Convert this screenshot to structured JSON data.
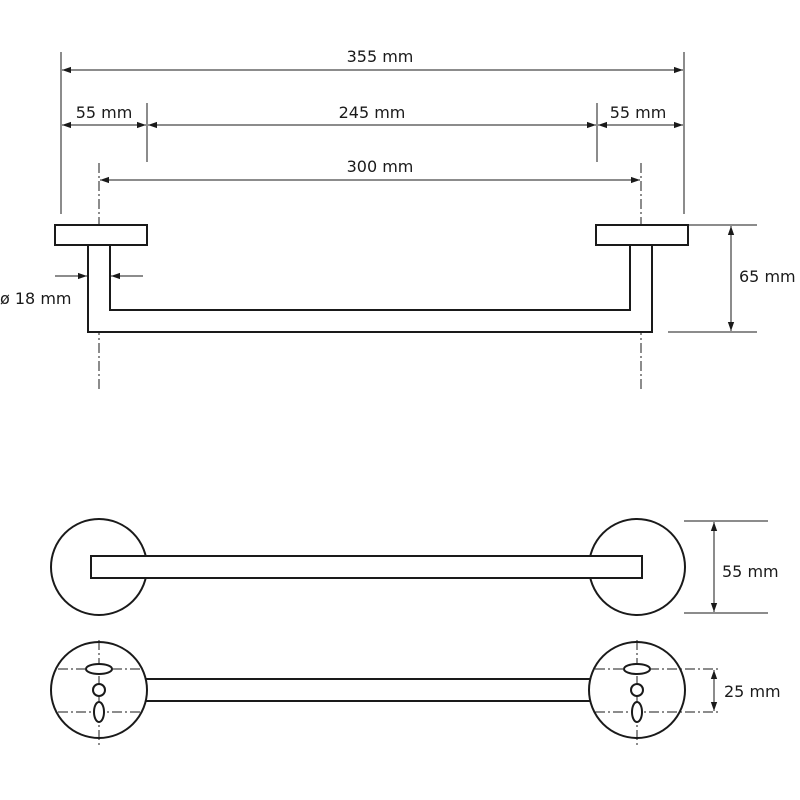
{
  "dimensions": {
    "overall_length": "355 mm",
    "left_offset": "55 mm",
    "inner_span": "245 mm",
    "right_offset": "55 mm",
    "center_distance": "300 mm",
    "bar_diameter": "ø 18 mm",
    "projection_depth": "65 mm",
    "rosette_diameter": "55 mm",
    "hole_spacing": "25 mm"
  }
}
